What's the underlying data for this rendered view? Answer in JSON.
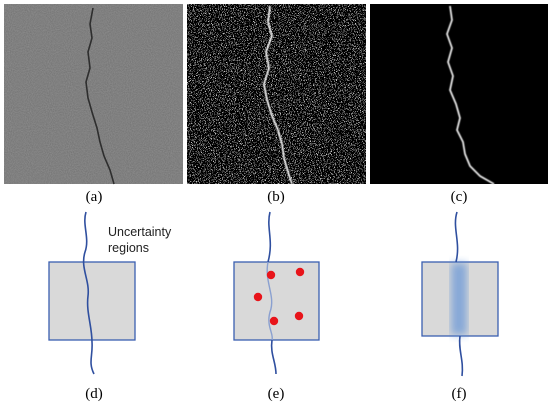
{
  "captions": {
    "a": "(a)",
    "b": "(b)",
    "c": "(c)",
    "d": "(d)",
    "e": "(e)",
    "f": "(f)"
  },
  "annotation": {
    "line1": "Uncertainty",
    "line2": "regions"
  },
  "colors": {
    "crack_line": "#2f4f9f",
    "box_fill": "#d9d9d9",
    "box_stroke": "#3a5fb0",
    "dot": "#e8141a",
    "uncertainty_band": "#5b8fd6",
    "asphalt": "#6f6f6f"
  }
}
